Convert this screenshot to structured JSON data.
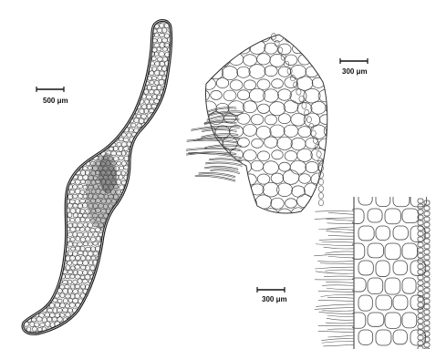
{
  "figure": {
    "scale_bars": [
      {
        "id": "stem",
        "label": "500 μm"
      },
      {
        "id": "upper-section",
        "label": "300 μm"
      },
      {
        "id": "lower-section",
        "label": "300 μm"
      }
    ]
  }
}
